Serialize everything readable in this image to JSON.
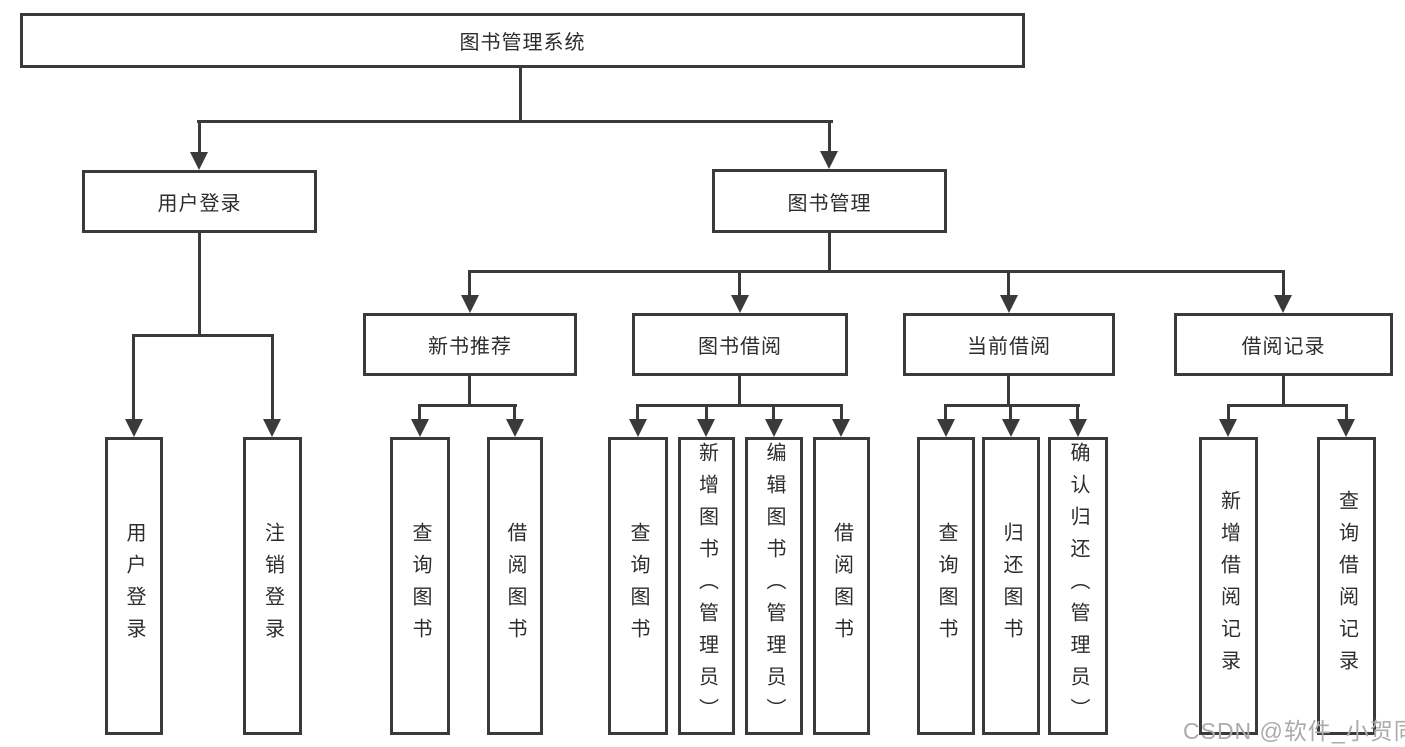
{
  "tree": {
    "label": "图书管理系统",
    "children": [
      {
        "label": "用户登录",
        "children": [
          {
            "label": "用户登录"
          },
          {
            "label": "注销登录"
          }
        ]
      },
      {
        "label": "图书管理",
        "children": [
          {
            "label": "新书推荐",
            "children": [
              {
                "label": "查询图书"
              },
              {
                "label": "借阅图书"
              }
            ]
          },
          {
            "label": "图书借阅",
            "children": [
              {
                "label": "查询图书"
              },
              {
                "label": "新增图书（管理员）"
              },
              {
                "label": "编辑图书（管理员）"
              },
              {
                "label": "借阅图书"
              }
            ]
          },
          {
            "label": "当前借阅",
            "children": [
              {
                "label": "查询图书"
              },
              {
                "label": "归还图书"
              },
              {
                "label": "确认归还（管理员）"
              }
            ]
          },
          {
            "label": "借阅记录",
            "children": [
              {
                "label": "新增借阅记录"
              },
              {
                "label": "查询借阅记录"
              }
            ]
          }
        ]
      }
    ]
  },
  "watermark": {
    "text": "CSDN @软件_小贺同学"
  },
  "colors": {
    "line": "#3a3a3a",
    "text": "#2d2d2d",
    "watermark": "#ababab",
    "background": "#ffffff"
  }
}
